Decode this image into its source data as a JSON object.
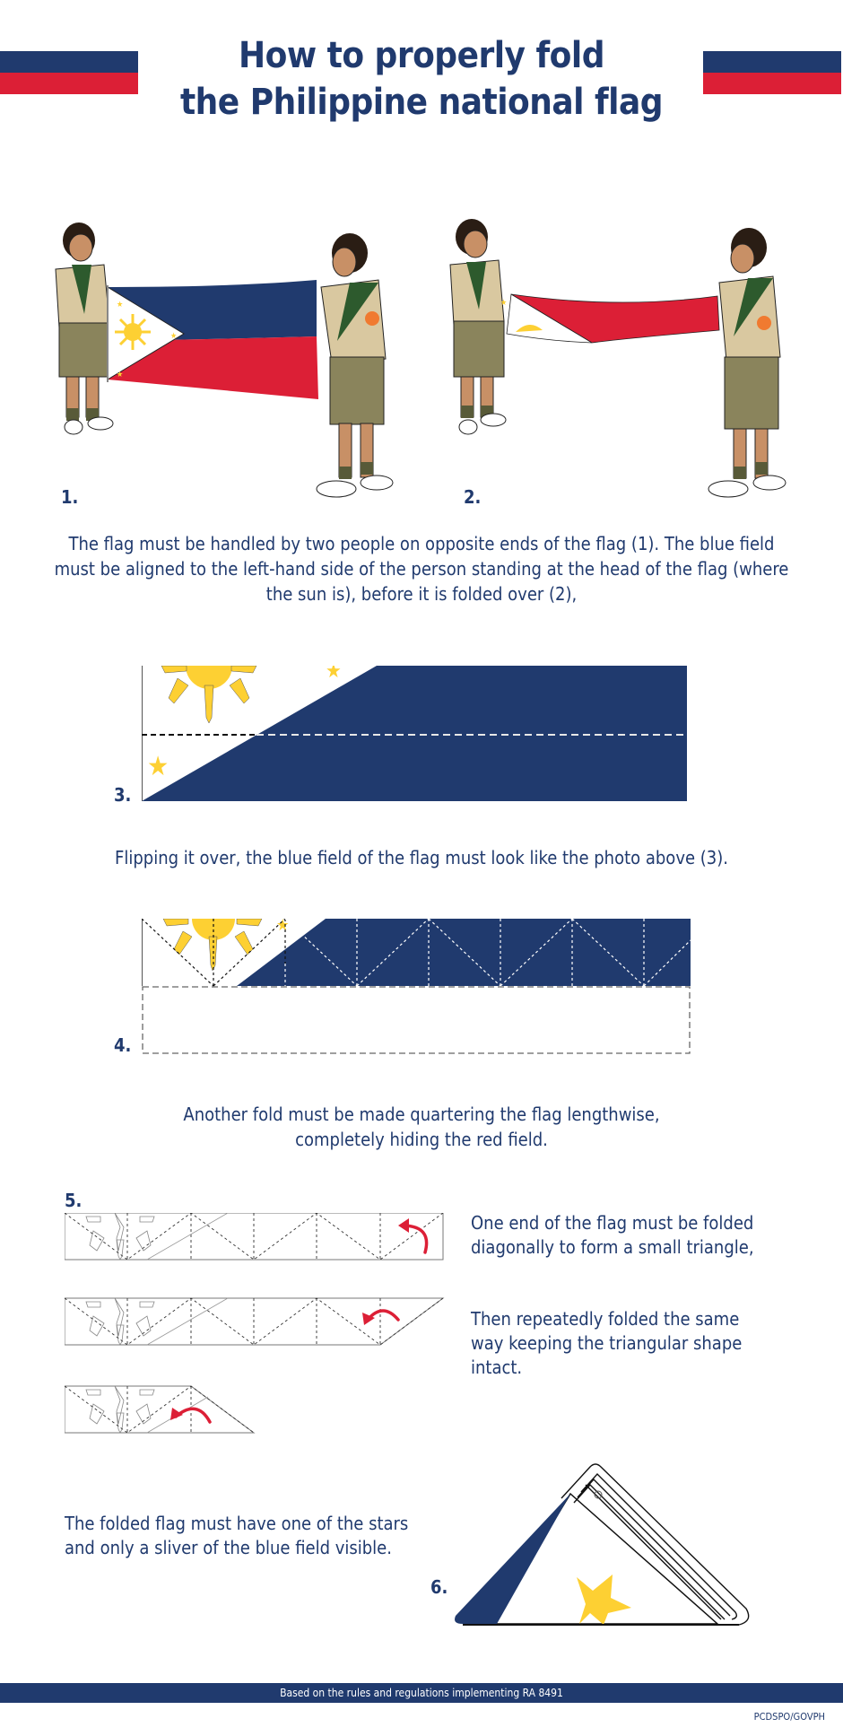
{
  "header": {
    "title_line1": "How to properly fold",
    "title_line2": "the Philippine national flag",
    "stripe_colors": {
      "blue": "#203a6e",
      "red": "#dc1f36"
    }
  },
  "steps": [
    {
      "number": "1.",
      "image": "two-scouts-holding-unfolded-flag-illustration"
    },
    {
      "number": "2.",
      "image": "two-scouts-folding-flag-lengthwise-illustration"
    },
    {
      "number": "3.",
      "image": "half-folded-flag-blue-field-diagram"
    },
    {
      "number": "4.",
      "image": "quarter-folded-flag-with-fold-lines-diagram"
    },
    {
      "number": "5.",
      "image": "triangular-fold-sequence-diagram"
    },
    {
      "number": "6.",
      "image": "folded-flag-triangle-diagram"
    }
  ],
  "text": {
    "step1_2": "The flag must be handled by two people on opposite ends of the flag (1). The blue field must be aligned to the left-hand side of the person standing at the head of the flag (where the sun is), before it is folded over (2),",
    "step3": "Flipping it over, the blue field of the flag must look like the photo above (3).",
    "step4_line1": "Another fold must be made quartering the flag lengthwise,",
    "step4_line2": "completely hiding the red field.",
    "step5a": "One end of the flag must be folded diagonally to form a small triangle,",
    "step5b": "Then repeatedly folded the same way keeping the triangular shape intact.",
    "step6": "The folded flag must have one of the stars and only a sliver of the blue field visible."
  },
  "footer": {
    "source": "Based on the rules and regulations implementing RA 8491",
    "credit": "PCDSPO/GOVPH"
  },
  "colors": {
    "flag_blue": "#203a6e",
    "flag_red": "#dc1f36",
    "flag_yellow": "#fdd033",
    "arrow_red": "#dc1f36",
    "text": "#203a6e"
  }
}
